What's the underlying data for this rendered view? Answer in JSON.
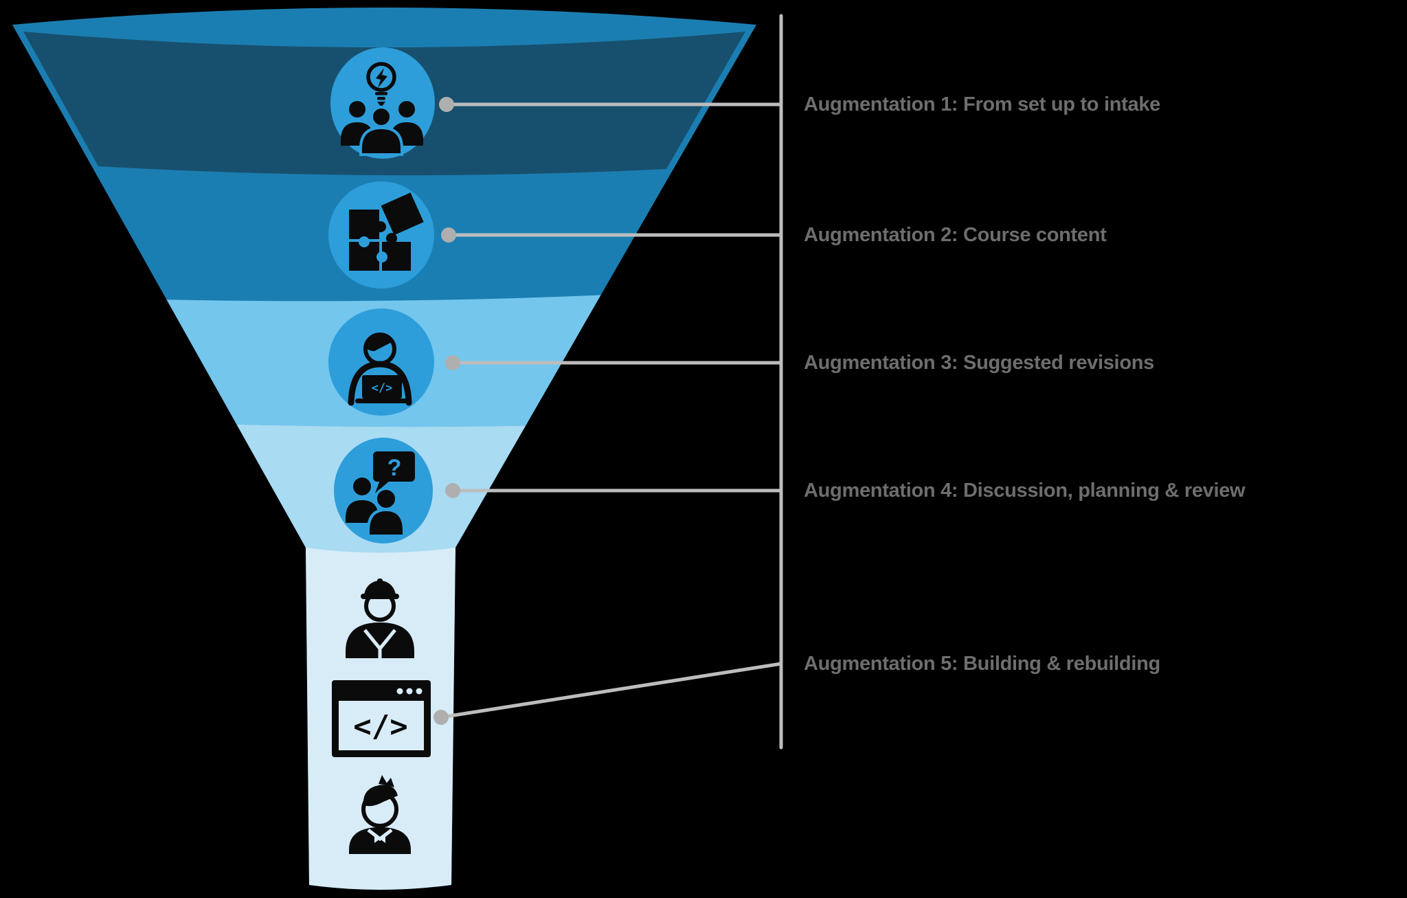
{
  "diagram": {
    "type": "funnel",
    "title": "",
    "levels": [
      {
        "id": 1,
        "label": "Augmentation 1: From set up to intake",
        "icon": "team-brainstorm-icon",
        "band_color": "#17506E"
      },
      {
        "id": 2,
        "label": "Augmentation 2: Course content",
        "icon": "puzzle-pieces-icon",
        "band_color": "#1B7EB2"
      },
      {
        "id": 3,
        "label": "Augmentation 3: Suggested revisions",
        "icon": "developer-at-laptop-icon",
        "band_color": "#74C6EC"
      },
      {
        "id": 4,
        "label": "Augmentation 4: Discussion, planning & review",
        "icon": "discussion-question-icon",
        "band_color": "#A9DBF3"
      },
      {
        "id": 5,
        "label": "Augmentation 5: Building & rebuilding",
        "icon": "construction-worker-icon, code-window-icon, student-icon",
        "band_color": "#D8ECF8"
      }
    ],
    "icon_circle_color": "#2D9EDA",
    "icon_glyph_color": "#0B0B0B",
    "label_text_color": "#6E6E6E",
    "background_color": "#000000",
    "connector": {
      "line_color": "#BDBDBD",
      "dot_color": "#AFAFAF"
    },
    "glyphs": {
      "code": "</>",
      "question": "?"
    }
  }
}
